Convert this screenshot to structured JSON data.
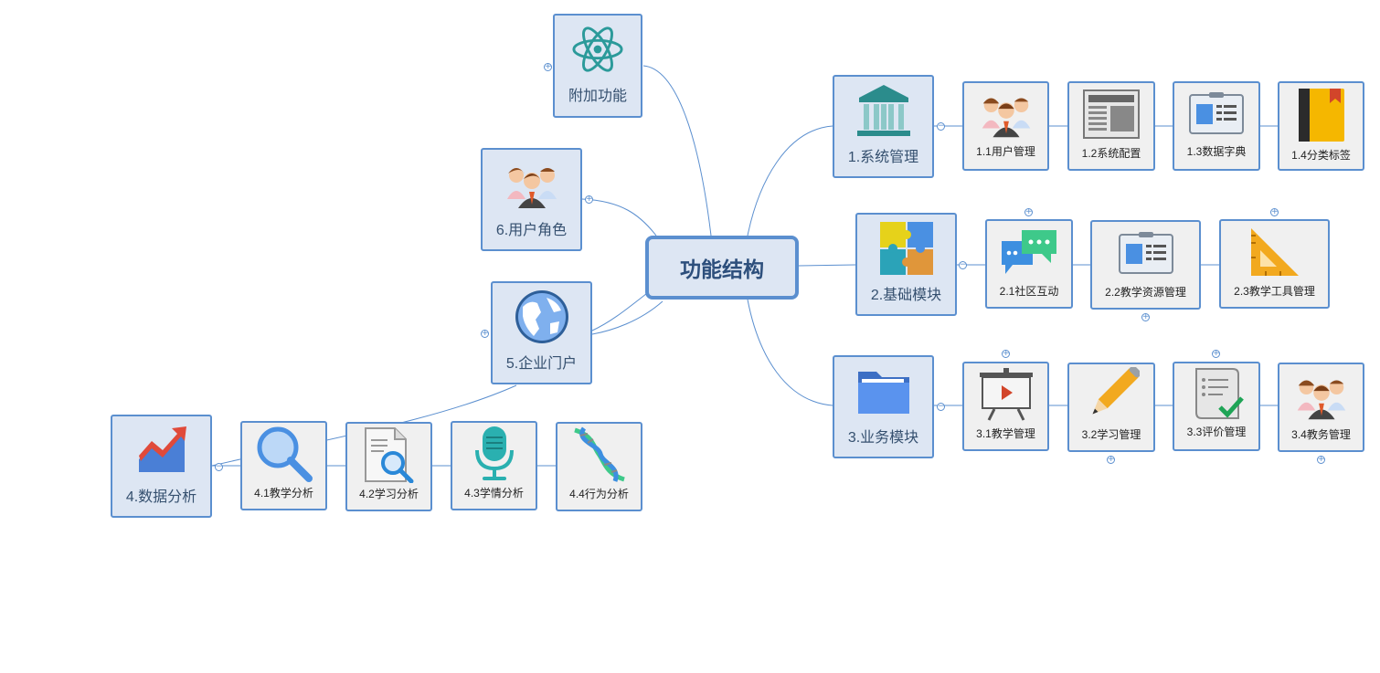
{
  "center": {
    "label": "功能结构"
  },
  "colors": {
    "border": "#5b8fcf",
    "main_fill": "#dde6f3",
    "sub_fill": "#f0f0f0",
    "line": "#5b8fcf",
    "label": "#35506f"
  },
  "branches": {
    "extra": {
      "label": "附加功能",
      "icon": "atom-icon"
    },
    "role": {
      "label": "6.用户角色",
      "icon": "user-group-icon"
    },
    "portal": {
      "label": "5.企业门户",
      "icon": "globe-icon"
    },
    "system": {
      "label": "1.系统管理",
      "icon": "bank-building-icon",
      "children": [
        {
          "label": "1.1用户管理",
          "icon": "user-group-icon"
        },
        {
          "label": "1.2系统配置",
          "icon": "newspaper-icon"
        },
        {
          "label": "1.3数据字典",
          "icon": "id-card-icon"
        },
        {
          "label": "1.4分类标签",
          "icon": "book-bookmark-icon"
        }
      ]
    },
    "base": {
      "label": "2.基础模块",
      "icon": "puzzle-icon",
      "children": [
        {
          "label": "2.1社区互动",
          "icon": "chat-bubbles-icon"
        },
        {
          "label": "2.2教学资源管理",
          "icon": "id-card-icon"
        },
        {
          "label": "2.3教学工具管理",
          "icon": "set-square-icon"
        }
      ]
    },
    "business": {
      "label": "3.业务模块",
      "icon": "folder-icon",
      "children": [
        {
          "label": "3.1教学管理",
          "icon": "presentation-board-icon"
        },
        {
          "label": "3.2学习管理",
          "icon": "pencil-icon"
        },
        {
          "label": "3.3评价管理",
          "icon": "checklist-icon"
        },
        {
          "label": "3.4教务管理",
          "icon": "user-group-icon"
        }
      ]
    },
    "analysis": {
      "label": "4.数据分析",
      "icon": "trend-chart-icon",
      "children": [
        {
          "label": "4.1教学分析",
          "icon": "magnifier-icon"
        },
        {
          "label": "4.2学习分析",
          "icon": "document-search-icon"
        },
        {
          "label": "4.3学情分析",
          "icon": "microphone-icon"
        },
        {
          "label": "4.4行为分析",
          "icon": "dna-icon"
        }
      ]
    }
  }
}
